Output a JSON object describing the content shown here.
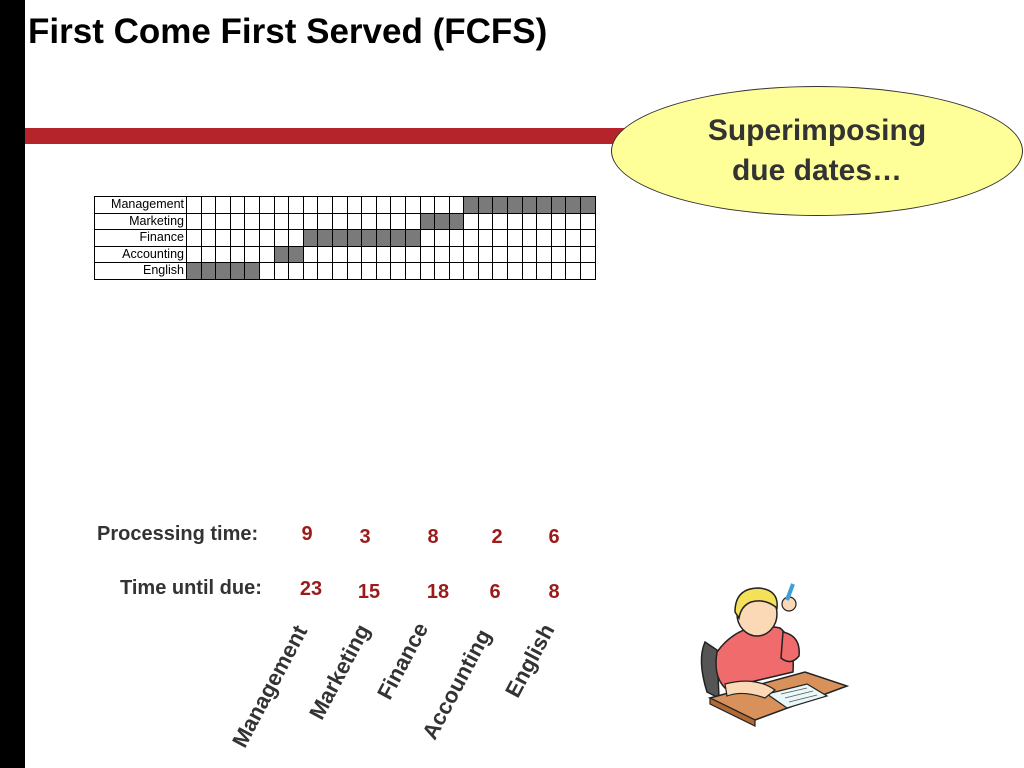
{
  "slide": {
    "title": "First Come First Served (FCFS)",
    "callout": {
      "line1": "Superimposing",
      "line2": "due dates…"
    }
  },
  "gantt": {
    "columns": 28,
    "rows": [
      {
        "label": "Management",
        "start": 19,
        "end": 28
      },
      {
        "label": "Marketing",
        "start": 16,
        "end": 19
      },
      {
        "label": "Finance",
        "start": 8,
        "end": 16
      },
      {
        "label": "Accounting",
        "start": 6,
        "end": 8
      },
      {
        "label": "English",
        "start": 0,
        "end": 5
      }
    ]
  },
  "table": {
    "processing_label": "Processing time:",
    "due_label": "Time until due:",
    "jobs": [
      {
        "name": "Management",
        "processing": "9",
        "due": "23"
      },
      {
        "name": "Marketing",
        "processing": "3",
        "due": "15"
      },
      {
        "name": "Finance",
        "processing": "8",
        "due": "18"
      },
      {
        "name": "Accounting",
        "processing": "2",
        "due": "6"
      },
      {
        "name": "English",
        "processing": "6",
        "due": "8"
      }
    ]
  },
  "colors": {
    "accent_rule": "#b5232b",
    "callout_fill": "#ffff99",
    "value_text": "#9b1b1b",
    "bar_fill": "#7a7a7a"
  },
  "clipart": {
    "icon": "student-at-desk-icon"
  }
}
